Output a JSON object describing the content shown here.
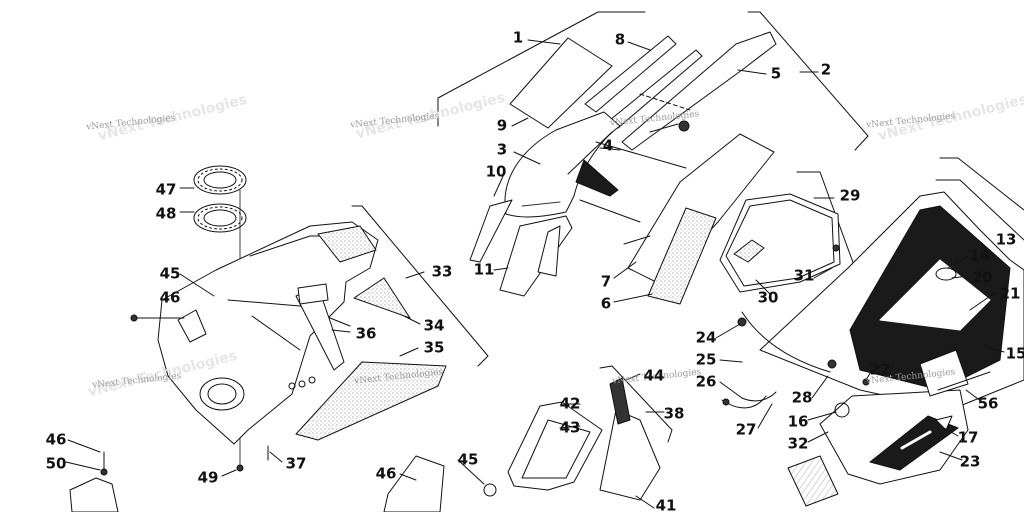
{
  "watermark": {
    "text": "vNext Technologies"
  },
  "colors": {
    "line": "#111111",
    "hatch": "#8c8c8c",
    "dark": "#1a1a1a",
    "watermark": "#9a9a9a"
  },
  "callouts": [
    {
      "id": "c1",
      "label": "1"
    },
    {
      "id": "c2",
      "label": "2"
    },
    {
      "id": "c3",
      "label": "3"
    },
    {
      "id": "c4",
      "label": "4"
    },
    {
      "id": "c5",
      "label": "5"
    },
    {
      "id": "c6",
      "label": "6"
    },
    {
      "id": "c7",
      "label": "7"
    },
    {
      "id": "c8",
      "label": "8"
    },
    {
      "id": "c9",
      "label": "9"
    },
    {
      "id": "c10",
      "label": "10"
    },
    {
      "id": "c11",
      "label": "11"
    },
    {
      "id": "c13",
      "label": "13"
    },
    {
      "id": "c14",
      "label": "14"
    },
    {
      "id": "c15",
      "label": "15"
    },
    {
      "id": "c16",
      "label": "16"
    },
    {
      "id": "c17",
      "label": "17"
    },
    {
      "id": "c20",
      "label": "20"
    },
    {
      "id": "c21",
      "label": "21"
    },
    {
      "id": "c22",
      "label": "22"
    },
    {
      "id": "c23",
      "label": "23"
    },
    {
      "id": "c24",
      "label": "24"
    },
    {
      "id": "c25",
      "label": "25"
    },
    {
      "id": "c26",
      "label": "26"
    },
    {
      "id": "c27",
      "label": "27"
    },
    {
      "id": "c28",
      "label": "28"
    },
    {
      "id": "c29",
      "label": "29"
    },
    {
      "id": "c30",
      "label": "30"
    },
    {
      "id": "c31",
      "label": "31"
    },
    {
      "id": "c32",
      "label": "32"
    },
    {
      "id": "c33",
      "label": "33"
    },
    {
      "id": "c34",
      "label": "34"
    },
    {
      "id": "c35",
      "label": "35"
    },
    {
      "id": "c36",
      "label": "36"
    },
    {
      "id": "c37",
      "label": "37"
    },
    {
      "id": "c38",
      "label": "38"
    },
    {
      "id": "c41",
      "label": "41"
    },
    {
      "id": "c42",
      "label": "42"
    },
    {
      "id": "c43",
      "label": "43"
    },
    {
      "id": "c44",
      "label": "44"
    },
    {
      "id": "c45a",
      "label": "45"
    },
    {
      "id": "c45b",
      "label": "45"
    },
    {
      "id": "c46a",
      "label": "46"
    },
    {
      "id": "c46b",
      "label": "46"
    },
    {
      "id": "c46c",
      "label": "46"
    },
    {
      "id": "c47",
      "label": "47"
    },
    {
      "id": "c48",
      "label": "48"
    },
    {
      "id": "c49",
      "label": "49"
    },
    {
      "id": "c50",
      "label": "50"
    },
    {
      "id": "c56",
      "label": "56"
    }
  ]
}
